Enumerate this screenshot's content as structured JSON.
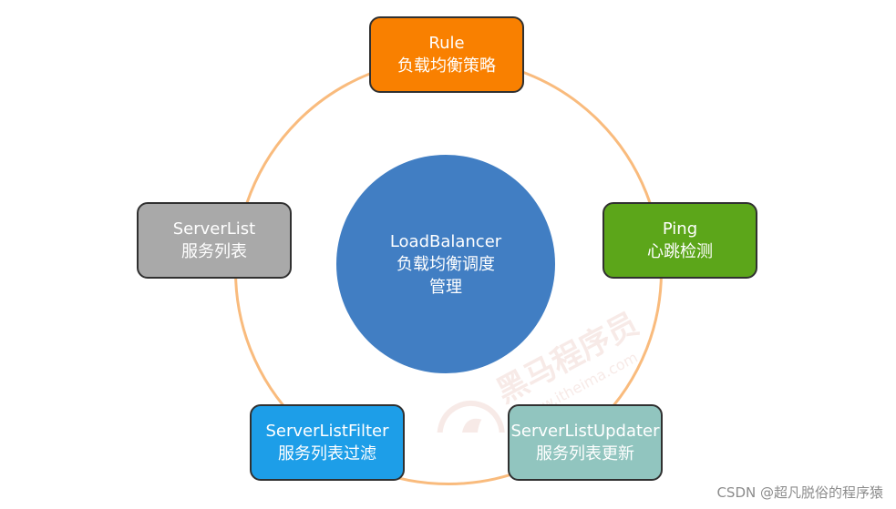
{
  "center": {
    "line1": "LoadBalancer",
    "line2": "负载均衡调度",
    "line3": "管理"
  },
  "nodes": {
    "rule": {
      "title": "Rule",
      "subtitle": "负载均衡策略"
    },
    "ping": {
      "title": "Ping",
      "subtitle": "心跳检测"
    },
    "server_list": {
      "title": "ServerList",
      "subtitle": "服务列表"
    },
    "server_list_filter": {
      "title": "ServerListFilter",
      "subtitle": "服务列表过滤"
    },
    "server_list_updater": {
      "title": "ServerListUpdater",
      "subtitle": "服务列表更新"
    }
  },
  "watermark": {
    "text": "黑马程序员",
    "url": "www.itheima.com"
  },
  "credit": "CSDN @超凡脱俗的程序猿",
  "colors": {
    "ring": "#f9bb7d",
    "center": "#417ec3",
    "rule": "#f98000",
    "ping": "#5ca61a",
    "server_list": "#a9a9a9",
    "server_list_filter": "#1d9ee8",
    "server_list_updater": "#91c5bf"
  }
}
